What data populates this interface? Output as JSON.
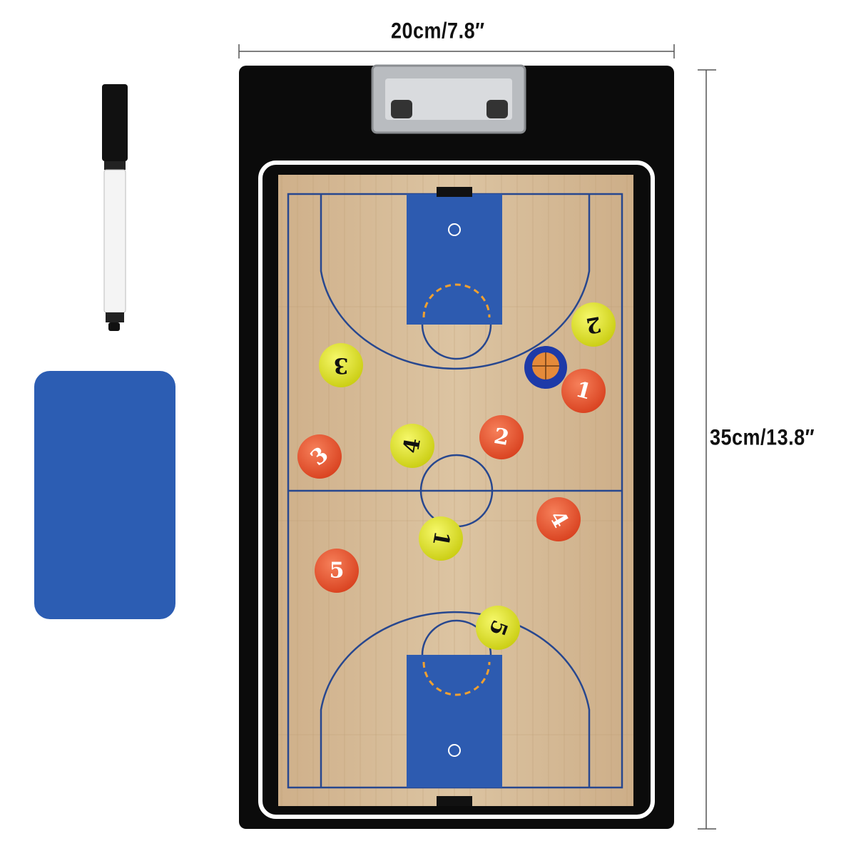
{
  "dimensions": {
    "width_label": "20cm/7.8″",
    "height_label": "35cm/13.8″"
  },
  "colors": {
    "board": "#0b0b0b",
    "court_wood": "#d8bd98",
    "court_lines": "#27478f",
    "key_paint": "#2d5bb0",
    "eraser": "#2c5db3",
    "team_yellow": "#e9ec2a",
    "team_red": "#ec5a35"
  },
  "pieces": {
    "yellow": [
      "1",
      "2",
      "3",
      "4",
      "5"
    ],
    "red": [
      "1",
      "2",
      "3",
      "4",
      "5"
    ]
  }
}
